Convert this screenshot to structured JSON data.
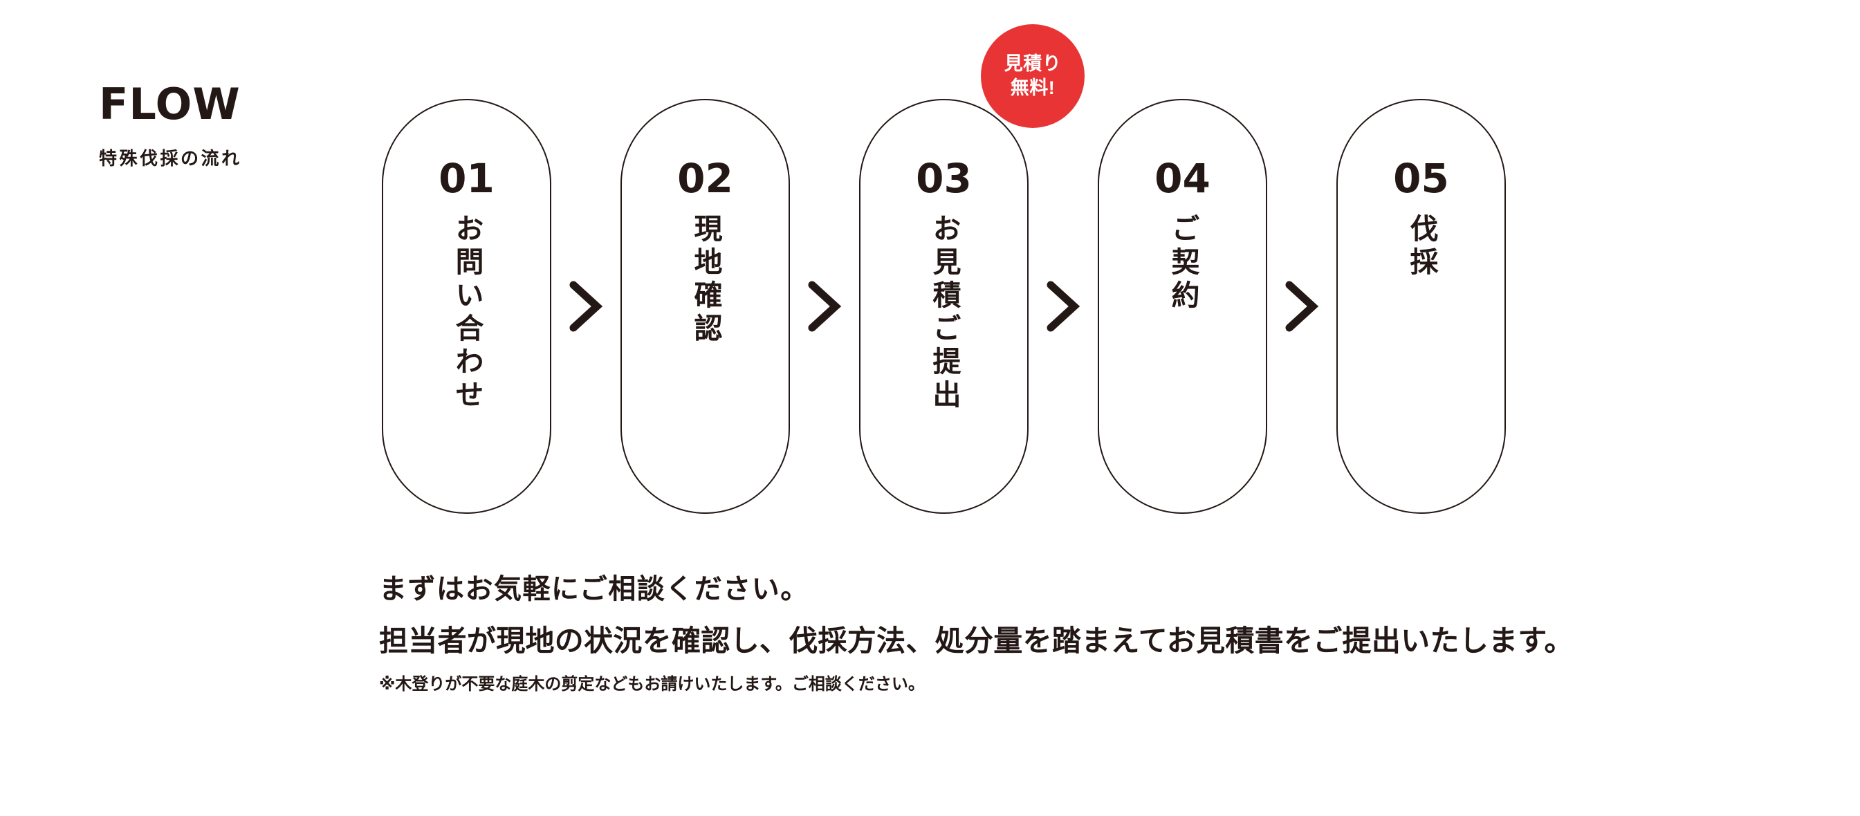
{
  "header": {
    "title": "FLOW",
    "subtitle": "特殊伐採の流れ"
  },
  "colors": {
    "ink": "#231815",
    "badge_red": "#e83434",
    "background": "#ffffff"
  },
  "steps": [
    {
      "number": "01",
      "label": "お問い合わせ"
    },
    {
      "number": "02",
      "label": "現地確認"
    },
    {
      "number": "03",
      "label": "お見積ご提出"
    },
    {
      "number": "04",
      "label": "ご契約"
    },
    {
      "number": "05",
      "label": "伐採"
    }
  ],
  "separator": {
    "icon": "chevron-right-icon",
    "count": 4
  },
  "badge": {
    "attached_to_step": "03",
    "line1": "見積り",
    "line2": "無料!"
  },
  "copy": {
    "line1": "まずはお気軽にご相談ください。",
    "line2": "担当者が現地の状況を確認し、伐採方法、処分量を踏まえてお見積書をご提出いたします。",
    "note": "※木登りが不要な庭木の剪定などもお請けいたします。ご相談ください。"
  }
}
